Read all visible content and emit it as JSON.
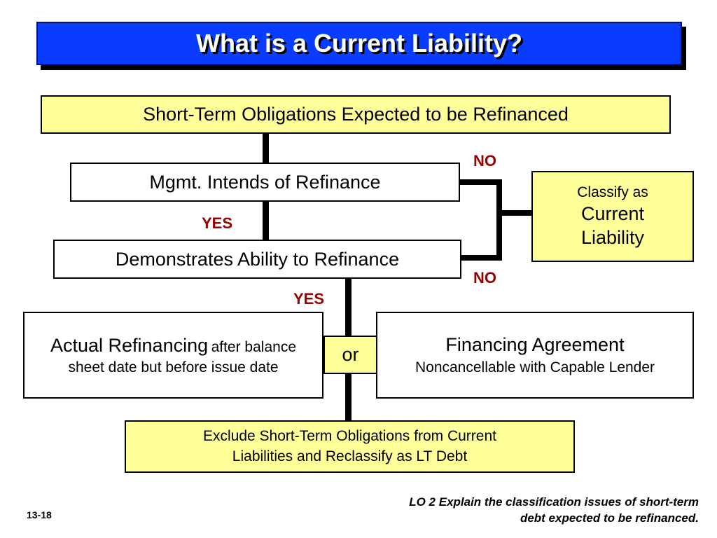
{
  "title": "What is a Current Liability?",
  "nodes": {
    "top": "Short-Term Obligations Expected to be Refinanced",
    "intends": "Mgmt. Intends of Refinance",
    "demonstrates": "Demonstrates Ability to Refinance",
    "classify_line1": "Classify as",
    "classify_line2": "Current",
    "classify_line3": "Liability",
    "actual_main": "Actual Refinancing",
    "actual_rest": "after balance sheet date but before issue date",
    "or": "or",
    "financing_main": "Financing Agreement",
    "financing_rest": "Noncancellable with Capable Lender",
    "exclude_line1": "Exclude Short-Term Obligations from Current",
    "exclude_line2": "Liabilities and Reclassify as LT Debt"
  },
  "labels": {
    "no_top": "NO",
    "no_bottom": "NO",
    "yes_1": "YES",
    "yes_2": "YES"
  },
  "footer": {
    "slide_number": "13-18",
    "objective_line1": "LO 2  Explain the classification issues of short-term",
    "objective_line2": "debt expected to be refinanced."
  },
  "colors": {
    "title_blue": "#0a3cff",
    "box_yellow": "#ffff99",
    "label_red": "#990000"
  }
}
